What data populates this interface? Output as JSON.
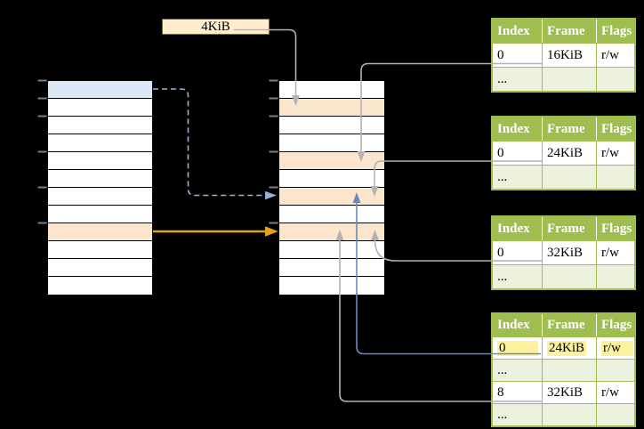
{
  "frame_size_label": "4KiB",
  "colors": {
    "background": "#000000",
    "table_green": "#a0bd4f",
    "table_row_alt": "#ebf1dd",
    "header_text": "#ffffff",
    "cell_text": "#000000",
    "blue_row": "#dbe6f6",
    "orange_row": "#fce5cd",
    "label_box_fill": "#fdeecd",
    "label_box_border": "#7a6a37",
    "gray_arrow": "#b3b3b3",
    "blue_arrow": "#6889bb",
    "blue_dashed_arrow": "#95b3d7",
    "orange_arrow": "#e3a21e",
    "tick": "#7f7f7f",
    "highlight_yellow": "#fdf39e",
    "row_border": "#000000"
  },
  "memory_columns": {
    "left": {
      "row_count": 12,
      "blue_rows": [
        1
      ],
      "orange_rows": [
        9
      ]
    },
    "middle": {
      "row_count": 12,
      "orange_rows": [
        2,
        5,
        7,
        9
      ]
    }
  },
  "page_tables": [
    {
      "headers": [
        "Index",
        "Frame",
        "Flags"
      ],
      "rows": [
        {
          "cells": [
            "0",
            "16KiB",
            "r/w"
          ]
        },
        {
          "cells": [
            "...",
            "",
            ""
          ],
          "alt": true
        }
      ]
    },
    {
      "headers": [
        "Index",
        "Frame",
        "Flags"
      ],
      "rows": [
        {
          "cells": [
            "0",
            "24KiB",
            "r/w"
          ]
        },
        {
          "cells": [
            "...",
            "",
            ""
          ],
          "alt": true
        }
      ]
    },
    {
      "headers": [
        "Index",
        "Frame",
        "Flags"
      ],
      "rows": [
        {
          "cells": [
            "0",
            "32KiB",
            "r/w"
          ]
        },
        {
          "cells": [
            "...",
            "",
            ""
          ],
          "alt": true
        }
      ]
    },
    {
      "headers": [
        "Index",
        "Frame",
        "Flags"
      ],
      "rows": [
        {
          "cells": [
            "0",
            "24KiB",
            "r/w"
          ],
          "highlighted": true
        },
        {
          "cells": [
            "...",
            "",
            ""
          ],
          "alt": true
        },
        {
          "cells": [
            "8",
            "32KiB",
            "r/w"
          ]
        },
        {
          "cells": [
            "...",
            "",
            ""
          ],
          "alt": true
        }
      ]
    }
  ],
  "connections": [
    {
      "from": "label-4KiB",
      "to": "middle-column-row-2",
      "color": "gray",
      "style": "solid"
    },
    {
      "from": "page-table-1-row-0",
      "to": "middle-column-row-5",
      "color": "gray",
      "style": "solid"
    },
    {
      "from": "page-table-2-row-0",
      "to": "middle-column-row-7",
      "color": "gray",
      "style": "solid"
    },
    {
      "from": "page-table-3-row-0",
      "to": "middle-column-row-9",
      "color": "gray",
      "style": "solid"
    },
    {
      "from": "page-table-4-row-0",
      "to": "middle-column-row-7",
      "color": "blue",
      "style": "solid"
    },
    {
      "from": "page-table-4-row-8",
      "to": "middle-column-row-9",
      "color": "gray",
      "style": "solid"
    },
    {
      "from": "left-column-row-1",
      "to": "middle-column-row-7",
      "color": "light-blue",
      "style": "dashed"
    },
    {
      "from": "left-column-row-9",
      "to": "middle-column-row-9",
      "color": "orange",
      "style": "solid"
    }
  ]
}
